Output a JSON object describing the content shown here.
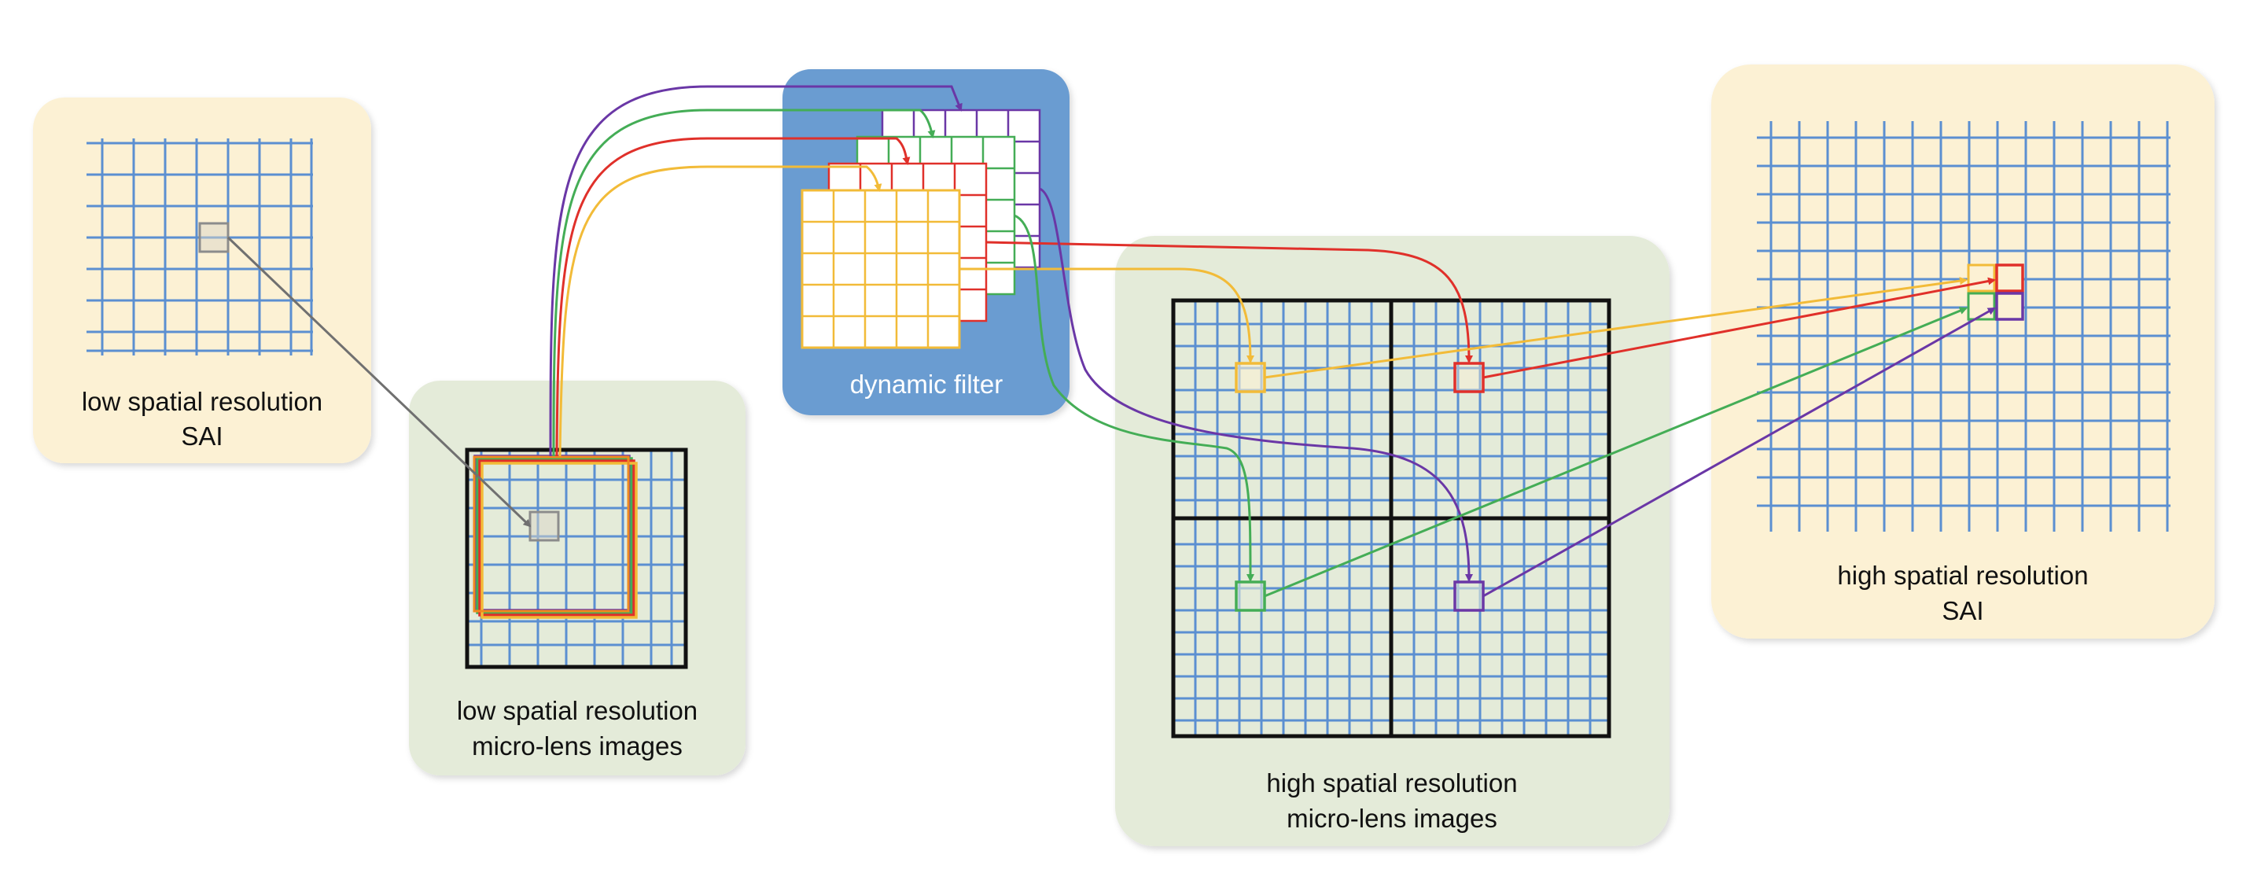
{
  "panels": {
    "low_sai": {
      "line1": "low spatial resolution",
      "line2": "SAI"
    },
    "low_micro": {
      "line1": "low spatial resolution",
      "line2": "micro-lens images"
    },
    "dynamic_filter": {
      "label": "dynamic filter"
    },
    "high_micro": {
      "line1": "high spatial resolution",
      "line2": "micro-lens images"
    },
    "high_sai": {
      "line1": "high spatial resolution",
      "line2": "SAI"
    }
  },
  "colors": {
    "panel_yellow": "#fcf1d4",
    "panel_green": "#e4ebd9",
    "panel_blue": "#6b9cd1",
    "grid_blue": "#5b8fd1",
    "purple": "#6a37a6",
    "green": "#44ad56",
    "red": "#e0302a",
    "yellow": "#f2bb38",
    "orange": "#f08a1f",
    "gray": "#808080"
  },
  "icons": [
    "filter-stack",
    "arrow-connector"
  ]
}
